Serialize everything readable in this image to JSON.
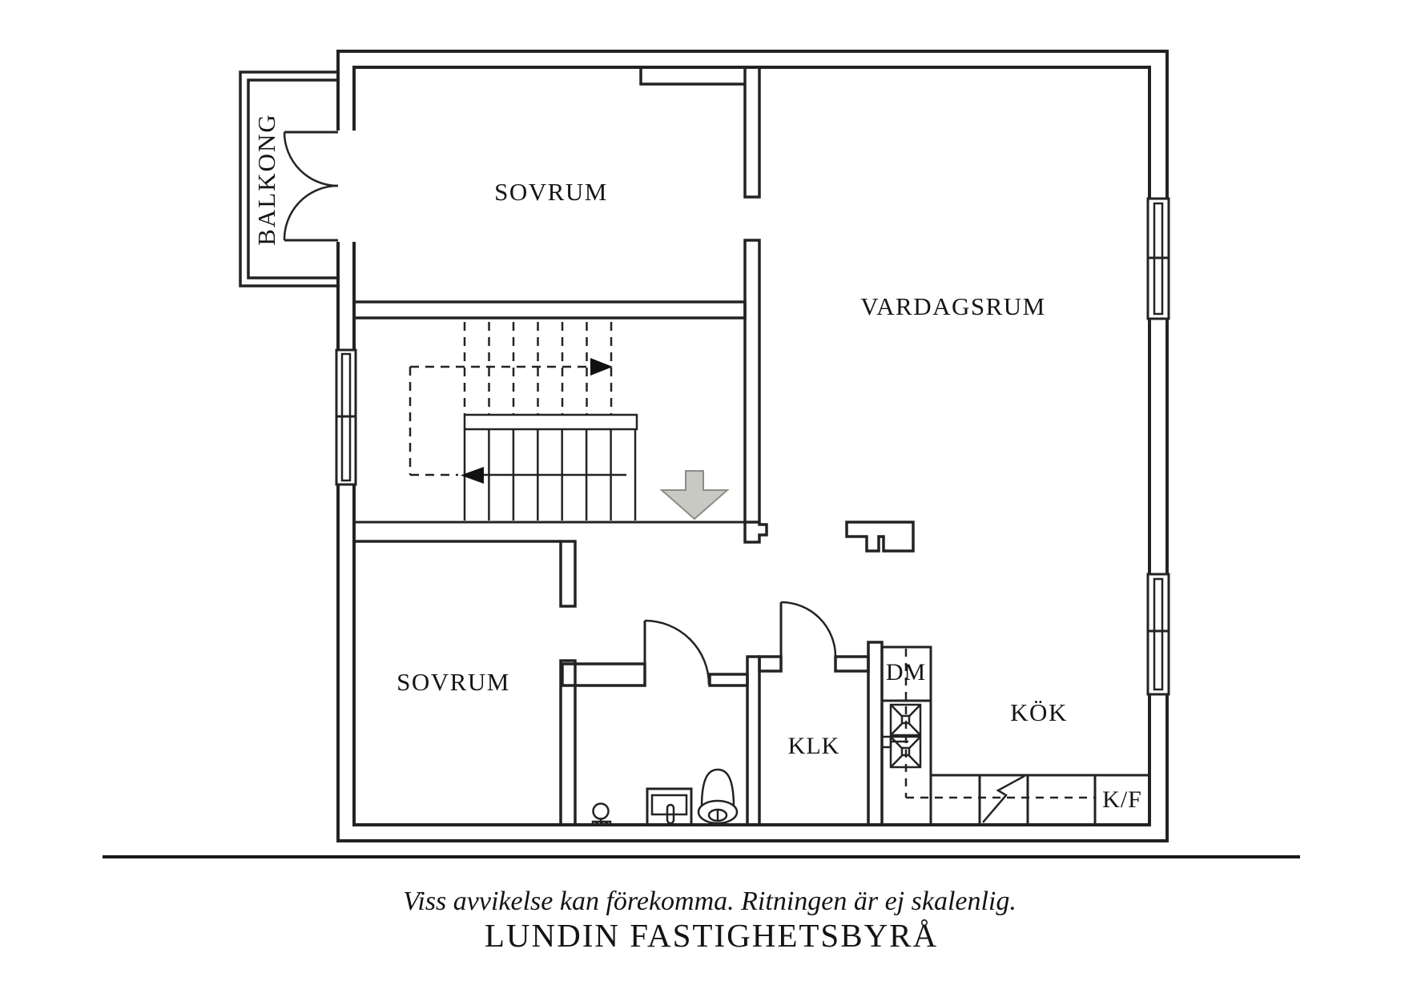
{
  "plan": {
    "balcony_label": "BALKONG",
    "rooms": {
      "bedroom_top": "SOVRUM",
      "living_room": "VARDAGSRUM",
      "bedroom_bottom": "SOVRUM",
      "closet": "KLK",
      "kitchen": "KÖK"
    },
    "appliances": {
      "dishwasher": "DM",
      "fridge_freezer": "K/F"
    },
    "footer": {
      "disclaimer": "Viss avvikelse kan förekomma. Ritningen är ej skalenlig.",
      "company": "LUNDIN FASTIGHETSBYRÅ"
    },
    "colors": {
      "line": "#232323",
      "arrow_fill": "#c9c9c4",
      "arrow_stroke": "#8d8d88"
    }
  }
}
